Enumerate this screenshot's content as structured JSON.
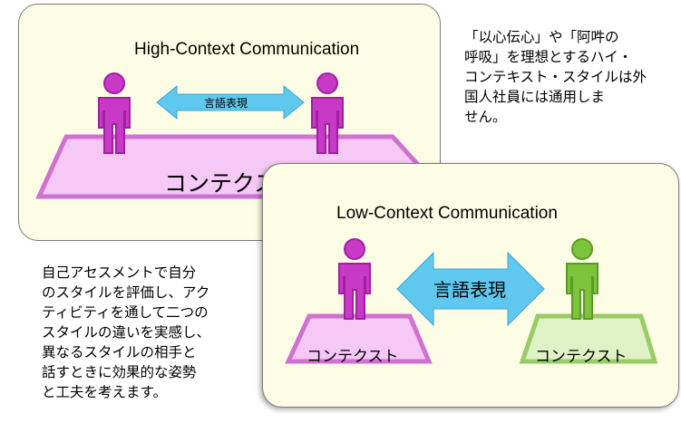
{
  "high_context": {
    "title": "High-Context Communication",
    "arrow_label": "言語表現",
    "context_label": "コンテクスト"
  },
  "low_context": {
    "title": "Low-Context Communication",
    "arrow_label": "言語表現",
    "left_context_label": "コンテクスト",
    "right_context_label": "コンテクスト"
  },
  "notes": {
    "top_right": [
      "「以心伝心」や「阿吽の",
      "呼吸」を理想とするハイ・",
      "コンテキスト・スタイルは外",
      "国人社員には通用しま",
      "せん。"
    ],
    "bottom_left": [
      "自己アセスメントで自分",
      "のスタイルを評価し、アク",
      "ティビティを通して二つの",
      "スタイルの違いを実感し、",
      "異なるスタイルの相手と",
      "話すときに効果的な姿勢",
      "と工夫を考えます。"
    ]
  },
  "colors": {
    "panel_fill": "#fdfde6",
    "panel_border": "#7a7a7a",
    "arrow": "#5fc8ee",
    "purple_person": "#c839c8",
    "purple_mat_fill": "#f6c8f6",
    "green_person": "#7cc43a",
    "green_mat_fill": "#dff2c6"
  },
  "icons": [
    "person-icon",
    "double-arrow-icon"
  ]
}
